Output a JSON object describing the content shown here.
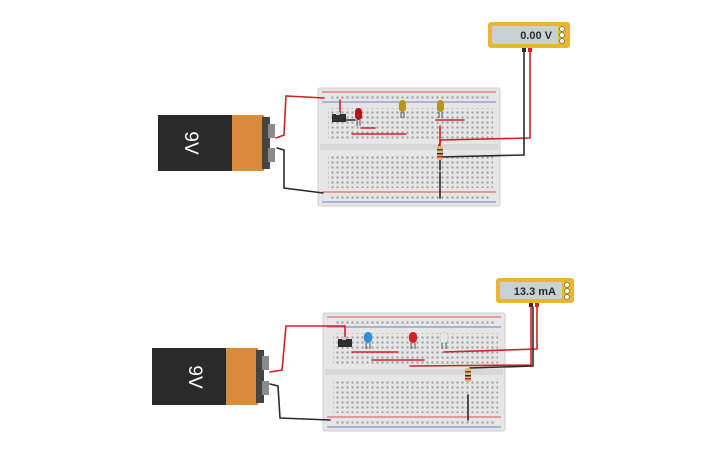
{
  "colors": {
    "wire_red": "#d0222a",
    "wire_black": "#2b2b2b",
    "breadboard": "#e6e6e6",
    "breadboard_edge": "#cfcfcf",
    "meter_frame": "#e9b62f",
    "meter_screen": "#c8d2d6",
    "battery_body": "#2a2a2a",
    "battery_cap": "#d98a3a",
    "led_red": "#b3141b",
    "led_yellow": "#b8931f",
    "led_blue": "#2e8fd6",
    "led_white": "#e8e8e8"
  },
  "circuits": [
    {
      "meter": {
        "reading": "0.00 V",
        "mode": "voltmeter"
      },
      "battery": {
        "label": "9V"
      },
      "leds": [
        "led_red",
        "led_yellow",
        "led_yellow"
      ]
    },
    {
      "meter": {
        "reading": "13.3 mA",
        "mode": "ammeter"
      },
      "battery": {
        "label": "9V"
      },
      "leds": [
        "led_blue",
        "led_red",
        "led_white"
      ]
    }
  ]
}
